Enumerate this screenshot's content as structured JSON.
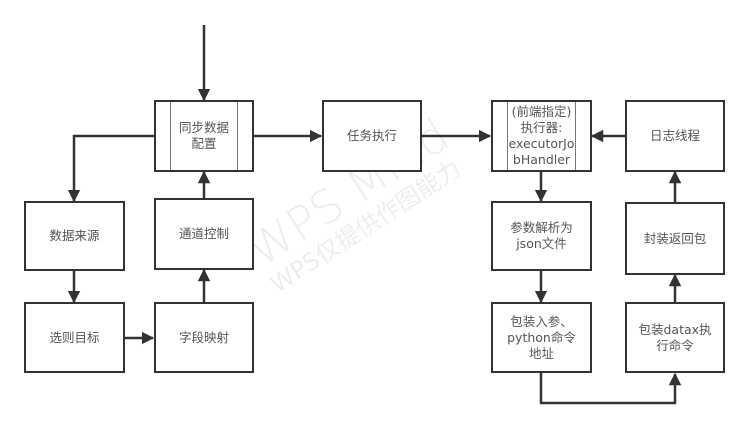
{
  "diagram": {
    "type": "flowchart",
    "nodes": {
      "sync_config": "同步数据配置",
      "task_exec": "任务执行",
      "executor": "(前端指定)\n执行器:\nexecutorJo\nbHandler",
      "log_thread": "日志线程",
      "data_source": "数据来源",
      "channel_ctrl": "通道控制",
      "select_target": "选则目标",
      "field_mapping": "字段映射",
      "parse_params": "参数解析为\njson文件",
      "wrap_return": "封装返回包",
      "wrap_input": "包装入参、\npython命令\n地址",
      "wrap_datax": "包装datax执\n行命令"
    },
    "edges": [
      {
        "from": "start",
        "to": "sync_config"
      },
      {
        "from": "sync_config",
        "to": "data_source"
      },
      {
        "from": "sync_config",
        "to": "task_exec"
      },
      {
        "from": "data_source",
        "to": "select_target"
      },
      {
        "from": "select_target",
        "to": "field_mapping"
      },
      {
        "from": "field_mapping",
        "to": "channel_ctrl"
      },
      {
        "from": "channel_ctrl",
        "to": "sync_config"
      },
      {
        "from": "task_exec",
        "to": "executor"
      },
      {
        "from": "log_thread",
        "to": "executor"
      },
      {
        "from": "executor",
        "to": "parse_params"
      },
      {
        "from": "parse_params",
        "to": "wrap_input"
      },
      {
        "from": "wrap_input",
        "to": "wrap_datax"
      },
      {
        "from": "wrap_datax",
        "to": "wrap_return"
      },
      {
        "from": "wrap_return",
        "to": "log_thread"
      }
    ]
  },
  "watermark": {
    "primary": "WPS Mind",
    "secondary": "WPS仅提供作图能力"
  },
  "colors": {
    "stroke": "#333333",
    "text": "#555555",
    "background": "#ffffff"
  }
}
